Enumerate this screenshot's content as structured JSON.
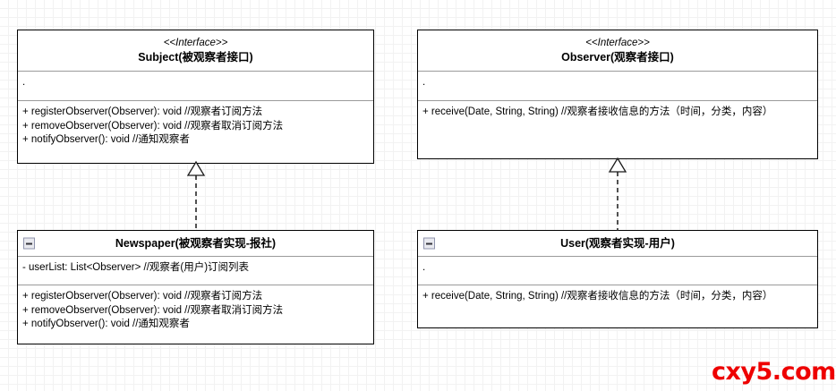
{
  "diagram": {
    "type": "uml-class-diagram",
    "background": "#ffffff",
    "grid_color": "#e2e2e2"
  },
  "classes": {
    "subject": {
      "stereotype": "<<Interface>>",
      "title": "Subject(被观察者接口)",
      "attributes": [
        "."
      ],
      "methods": [
        "+ registerObserver(Observer): void //观察者订阅方法",
        "+ removeObserver(Observer): void //观察者取消订阅方法",
        "+ notifyObserver(): void //通知观察者"
      ],
      "collapse_icon": false
    },
    "observer": {
      "stereotype": "<<Interface>>",
      "title": "Observer(观察者接口)",
      "attributes": [
        "."
      ],
      "methods": [
        "+ receive(Date, String, String) //观察者接收信息的方法（时间，分类，内容）"
      ],
      "collapse_icon": false
    },
    "newspaper": {
      "stereotype": "",
      "title": "Newspaper(被观察者实现-报社)",
      "attributes": [
        "- userList: List<Observer> //观察者(用户)订阅列表"
      ],
      "methods": [
        "+ registerObserver(Observer): void //观察者订阅方法",
        "+ removeObserver(Observer): void //观察者取消订阅方法",
        "+ notifyObserver(): void //通知观察者"
      ],
      "collapse_icon": true
    },
    "user": {
      "stereotype": "",
      "title": "User(观察者实现-用户)",
      "attributes": [
        "."
      ],
      "methods": [
        "+ receive(Date, String, String) //观察者接收信息的方法（时间，分类，内容）"
      ],
      "collapse_icon": true
    }
  },
  "relationships": [
    {
      "name": "newspaper-implements-subject",
      "kind": "realization",
      "from": "Newspaper(被观察者实现-报社)",
      "to": "Subject(被观察者接口)",
      "line_style": "dashed",
      "arrow": "hollow-triangle"
    },
    {
      "name": "user-implements-observer",
      "kind": "realization",
      "from": "User(观察者实现-用户)",
      "to": "Observer(观察者接口)",
      "line_style": "dashed",
      "arrow": "hollow-triangle"
    }
  ],
  "watermark": {
    "text": "cxy5.com",
    "color": "#ee0000"
  }
}
